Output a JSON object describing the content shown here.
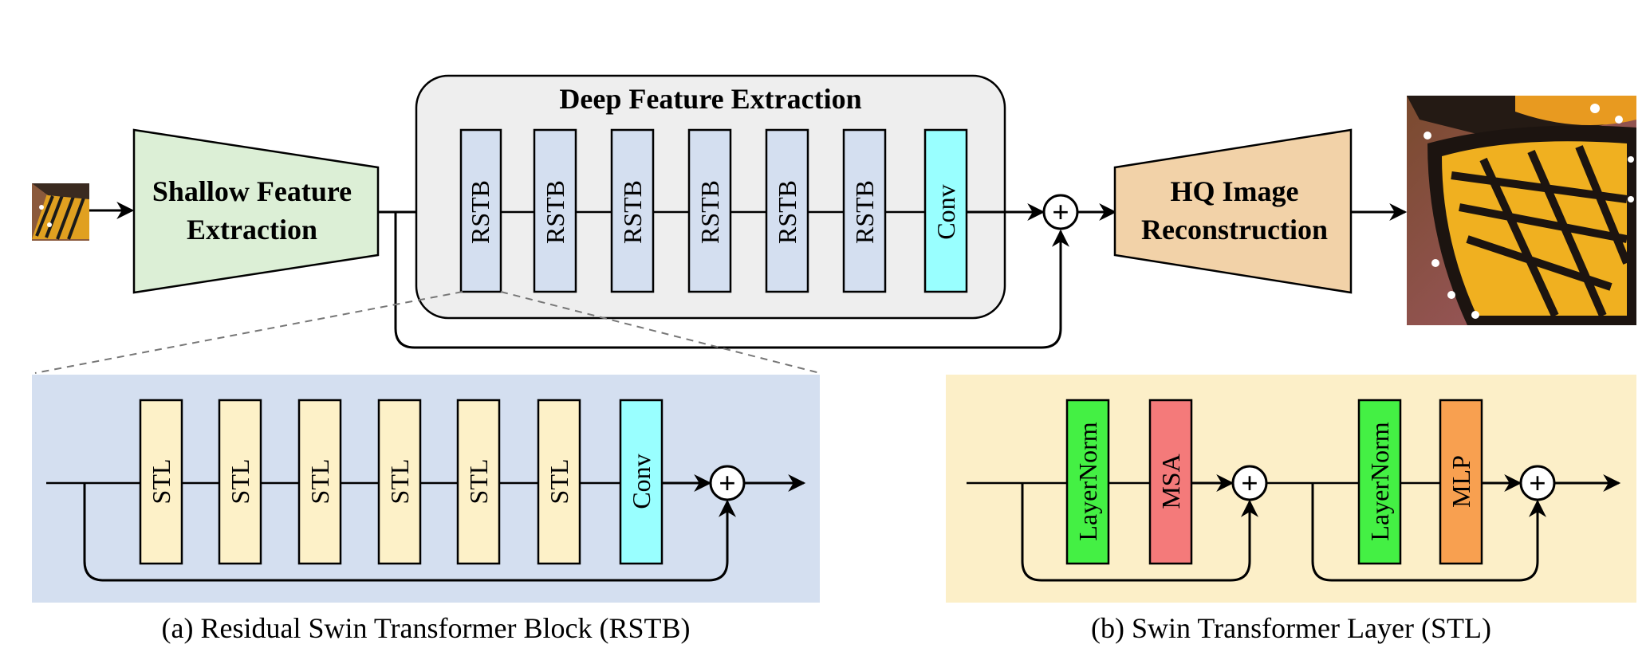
{
  "top": {
    "shallow_line1": "Shallow Feature",
    "shallow_line2": "Extraction",
    "deep_title": "Deep Feature Extraction",
    "blocks": [
      "RSTB",
      "RSTB",
      "RSTB",
      "RSTB",
      "RSTB",
      "RSTB",
      "Conv"
    ],
    "hq_line1": "HQ Image",
    "hq_line2": "Reconstruction"
  },
  "panel_a": {
    "blocks": [
      "STL",
      "STL",
      "STL",
      "STL",
      "STL",
      "STL",
      "Conv"
    ],
    "caption": "(a) Residual Swin Transformer Block (RSTB)"
  },
  "panel_b": {
    "blocks": [
      "LayerNorm",
      "MSA",
      "LayerNorm",
      "MLP"
    ],
    "caption": "(b) Swin Transformer Layer (STL)"
  },
  "plus_symbol": "+",
  "colors": {
    "shallow_fill": "#dcefd6",
    "deep_box_fill": "#eeeeee",
    "rstb_fill": "#d4dff0",
    "conv_fill": "#99ffff",
    "hq_fill": "#f2d2a8",
    "panel_a_bg": "#d4dff0",
    "panel_b_bg": "#fcefc8",
    "stl_fill": "#fdf1c8",
    "layernorm_fill": "#44f044",
    "msa_fill": "#f47a7a",
    "mlp_fill": "#f8a050"
  }
}
